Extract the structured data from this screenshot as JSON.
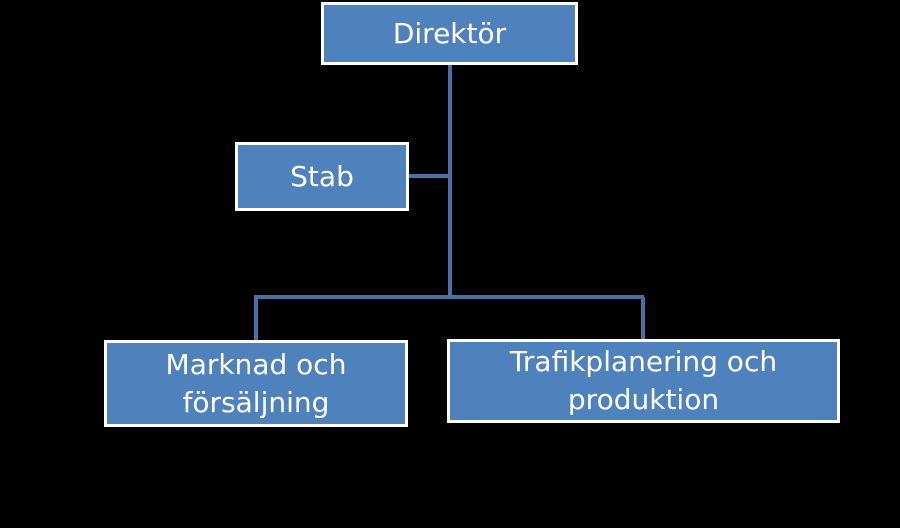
{
  "nodes": {
    "director": "Direktör",
    "staff": "Stab",
    "marketing": "Marknad och\nförsäljning",
    "traffic": "Trafikplanering och\nproduktion"
  },
  "colors": {
    "background": "#000000",
    "node_fill": "#4f81bd",
    "node_border": "#ffffff",
    "connector": "#4a6fa5",
    "text": "#ffffff"
  }
}
